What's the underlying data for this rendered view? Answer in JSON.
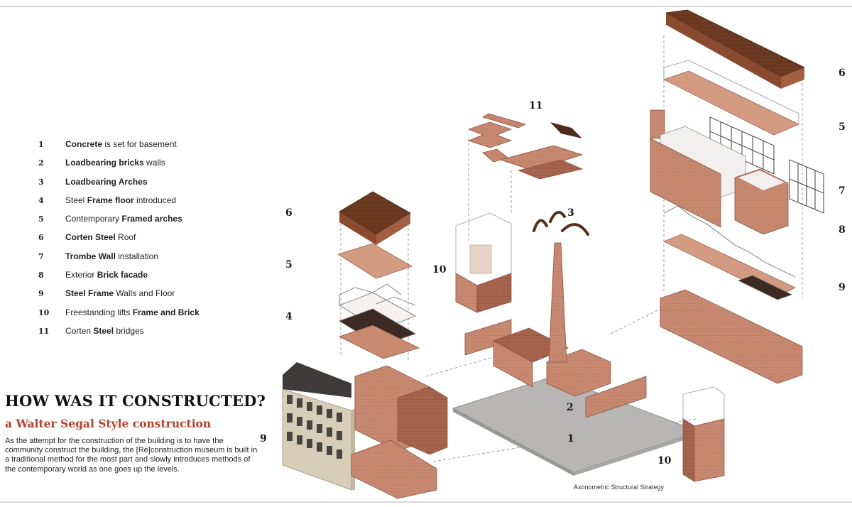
{
  "legend": [
    {
      "num": "1",
      "parts": [
        {
          "t": "Concrete",
          "b": true
        },
        {
          "t": " is set for basement",
          "b": false
        }
      ]
    },
    {
      "num": "2",
      "parts": [
        {
          "t": "Loadbearing bricks",
          "b": true
        },
        {
          "t": " walls",
          "b": false
        }
      ]
    },
    {
      "num": "3",
      "parts": [
        {
          "t": "Loadbearing Arches",
          "b": true
        }
      ]
    },
    {
      "num": "4",
      "parts": [
        {
          "t": "Steel ",
          "b": false
        },
        {
          "t": "Frame floor",
          "b": true
        },
        {
          "t": " introduced",
          "b": false
        }
      ]
    },
    {
      "num": "5",
      "parts": [
        {
          "t": "Contemporary ",
          "b": false
        },
        {
          "t": "Framed arches",
          "b": true
        }
      ]
    },
    {
      "num": "6",
      "parts": [
        {
          "t": "Corten Steel",
          "b": true
        },
        {
          "t": " Roof",
          "b": false
        }
      ]
    },
    {
      "num": "7",
      "parts": [
        {
          "t": "Trombe Wall",
          "b": true
        },
        {
          "t": " installation",
          "b": false
        }
      ]
    },
    {
      "num": "8",
      "parts": [
        {
          "t": "Exterior ",
          "b": false
        },
        {
          "t": "Brick facade",
          "b": true
        }
      ]
    },
    {
      "num": "9",
      "parts": [
        {
          "t": "Steel Frame",
          "b": true
        },
        {
          "t": " Walls and Floor",
          "b": false
        }
      ]
    },
    {
      "num": "10",
      "parts": [
        {
          "t": "Freestanding lifts ",
          "b": false
        },
        {
          "t": "Frame and Brick",
          "b": true
        }
      ]
    },
    {
      "num": "11",
      "parts": [
        {
          "t": "Corten ",
          "b": false
        },
        {
          "t": "Steel",
          "b": true
        },
        {
          "t": " bridges",
          "b": false
        }
      ]
    }
  ],
  "heading": "HOW WAS IT CONSTRUCTED?",
  "subheading": "a Walter Segal Style construction",
  "description": "As the attempt for the construction of the building is to have the community construct the building, the [Re]construction museum is built in a traditional method for the most part and slowly introduces methods of the contemporary world as one goes up the levels.",
  "caption": "Axonometric Structural Strategy",
  "diagram_labels": {
    "roof_left": "6",
    "arches_left": "5",
    "floor_left": "4",
    "lift_left": "10",
    "bridges": "11",
    "arches_center": "3",
    "walls": "2",
    "basement": "1",
    "lift_bottom": "10",
    "roof_right": "6",
    "arches_right": "5",
    "trombe_wall": "7",
    "facade": "8",
    "steel_frame_right": "9",
    "steel_frame_left": "9"
  },
  "colors": {
    "brick": "#c98a72",
    "brick_dark": "#9e5f4a",
    "brick_light": "#dba58f",
    "corten": "#6e3a22",
    "concrete": "#b8b6b4",
    "accent_red": "#b5432b"
  }
}
